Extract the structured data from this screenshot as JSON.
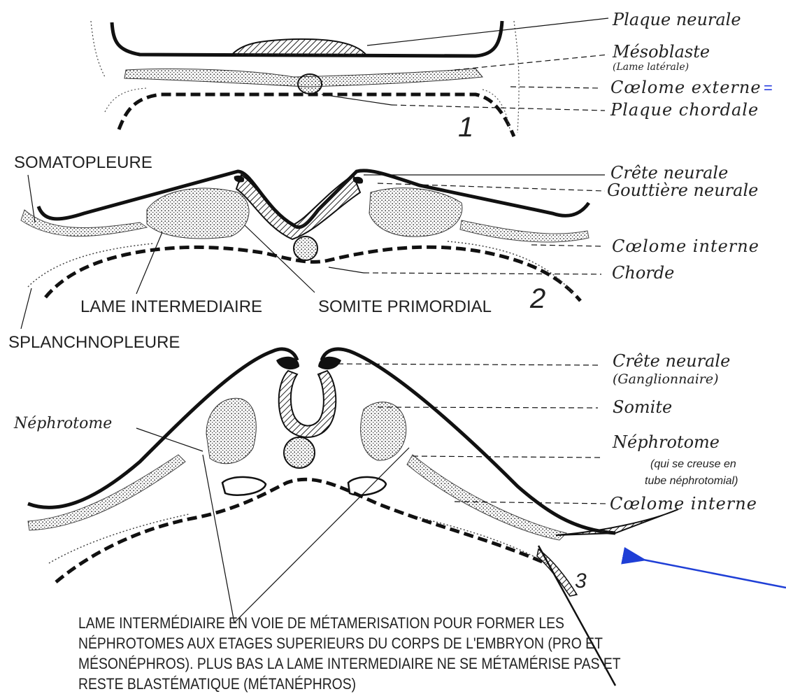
{
  "labels": {
    "plaque_neurale": "Plaque neurale",
    "mesoblaste": "Mésoblaste",
    "lame_laterale": "(Lame latérale)",
    "coelome_externe": "Cœlome externe",
    "equals_marker": "=",
    "plaque_chordale": "Plaque chordale",
    "somatopleure": "SOMATOPLEURE",
    "crete_neurale_1": "Crête neurale",
    "gouttiere_neurale": "Gouttière neurale",
    "coelome_interne_1": "Cœlome interne",
    "chorde": "Chorde",
    "lame_intermediaire": "LAME INTERMEDIAIRE",
    "somite_primordial": "SOMITE PRIMORDIAL",
    "splanchnopleure": "SPLANCHNOPLEURE",
    "crete_neurale_2": "Crête neurale",
    "ganglionnaire": "(Ganglionnaire)",
    "somite": "Somite",
    "nephrotome_left": "Néphrotome",
    "nephrotome_right": "Néphrotome",
    "nephrotome_note_1": "(qui se creuse en",
    "nephrotome_note_2": "tube néphrotomial)",
    "coelome_interne_2": "Cœlome interne"
  },
  "stage_numbers": {
    "stage_1": "1",
    "stage_2": "2",
    "stage_3": "3"
  },
  "caption_lines": [
    "LAME INTERMÉDIAIRE EN VOIE DE MÉTAMERISATION POUR FORMER LES",
    "NÉPHROTOMES AUX ETAGES SUPERIEURS DU CORPS DE L'EMBRYON (PRO ET",
    "MÉSONÉPHROS). PLUS BAS LA LAME INTERMEDIAIRE NE SE MÉTAMÉRISE PAS ET",
    "RESTE BLASTÉMATIQUE (MÉTANÉPHROS)"
  ],
  "colors": {
    "ink": "#111111",
    "arrow": "#1f3fd6",
    "marker": "#2a3fe0"
  }
}
